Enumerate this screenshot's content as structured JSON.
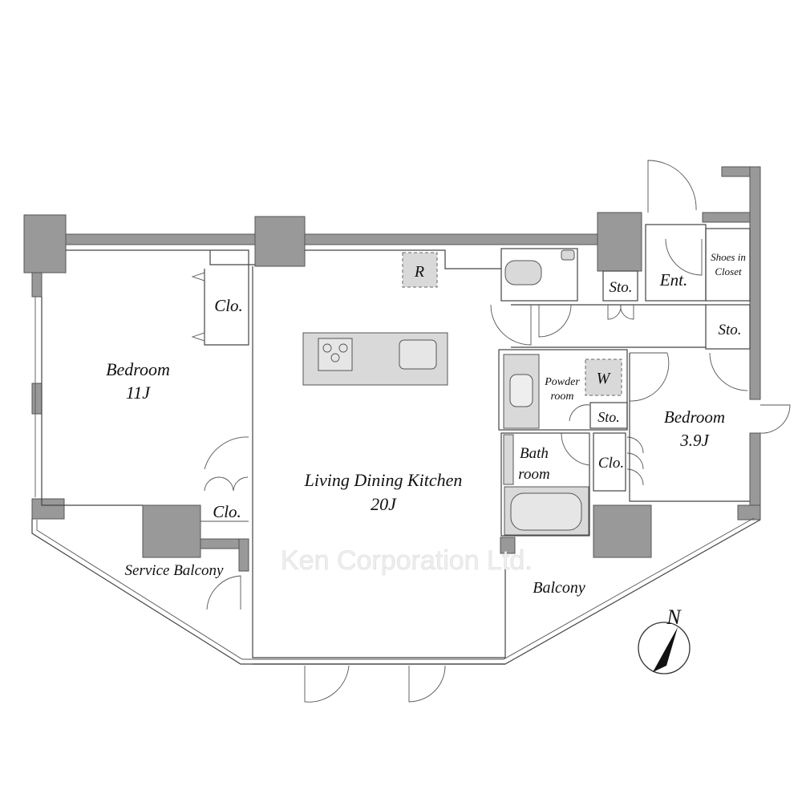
{
  "plan": {
    "rooms": {
      "bedroom_main": {
        "name": "Bedroom",
        "size": "11J"
      },
      "ldk": {
        "name": "Living Dining Kitchen",
        "size": "20J"
      },
      "bedroom_small": {
        "name": "Bedroom",
        "size": "3.9J"
      },
      "closet_1": "Clo.",
      "closet_2": "Clo.",
      "closet_3": "Clo.",
      "storage_1": "Sto.",
      "storage_2": "Sto.",
      "storage_3": "Sto.",
      "entrance": "Ent.",
      "shoes_closet_line1": "Shoes in",
      "shoes_closet_line2": "Closet",
      "powder_line1": "Powder",
      "powder_line2": "room",
      "bath_line1": "Bath",
      "bath_line2": "room",
      "service_balcony": "Service Balcony",
      "balcony": "Balcony"
    },
    "fixtures": {
      "refrigerator": "R",
      "washer": "W"
    },
    "compass": "N",
    "watermark": "Ken Corporation Ltd."
  },
  "colors": {
    "wall": "#999999",
    "fixture": "#d9d9d9"
  }
}
